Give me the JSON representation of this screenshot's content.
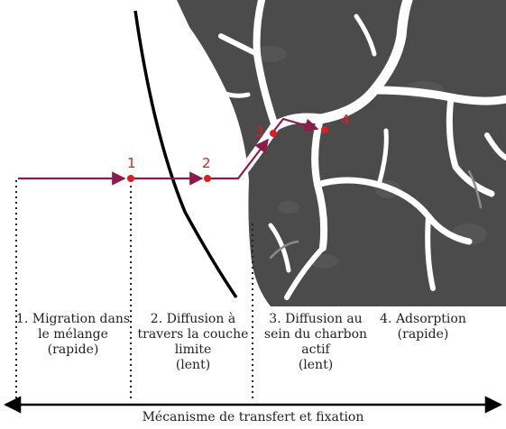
{
  "steps": [
    {
      "number": "1",
      "label": "1. Migration dans\nle mélange\n(rapide)"
    },
    {
      "number": "2",
      "label": "2. Diffusion à\ntravers la couche\nlimite\n(lent)"
    },
    {
      "number": "3",
      "label": "3. Diffusion au\nsein du charbon\nactif\n(lent)"
    },
    {
      "number": "4",
      "label": "4. Adsorption\n(rapide)"
    }
  ],
  "caption": "Mécanisme de transfert et fixation",
  "colors": {
    "path_arrow": "#8c1c4c",
    "point_marker": "#d92020",
    "carbon_fill": "#4b4b4b",
    "pore_fill": "#ffffff",
    "boundary_line": "#000000"
  }
}
